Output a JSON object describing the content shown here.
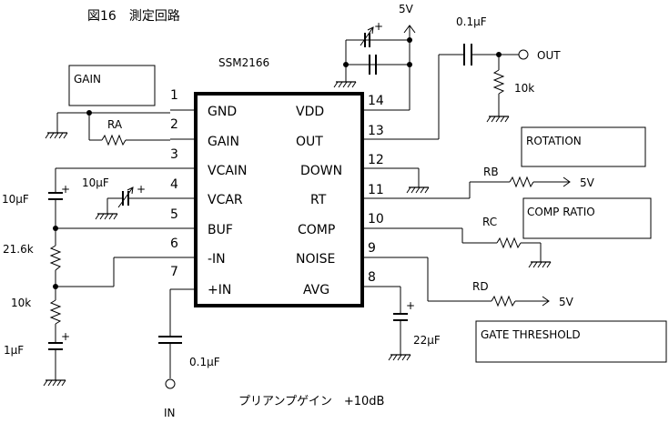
{
  "figure": {
    "title": "図16　測定回路",
    "caption": "プリアンプゲイン　+10dB"
  },
  "chip": {
    "name": "SSM2166",
    "left_pins": [
      {
        "num": "1",
        "name": "GND"
      },
      {
        "num": "2",
        "name": "GAIN"
      },
      {
        "num": "3",
        "name": "VCAIN"
      },
      {
        "num": "4",
        "name": "VCAR"
      },
      {
        "num": "5",
        "name": "BUF"
      },
      {
        "num": "6",
        "name": "-IN"
      },
      {
        "num": "7",
        "name": "+IN"
      }
    ],
    "right_pins": [
      {
        "num": "14",
        "name": "VDD"
      },
      {
        "num": "13",
        "name": "OUT"
      },
      {
        "num": "12",
        "name": "DOWN"
      },
      {
        "num": "11",
        "name": "RT"
      },
      {
        "num": "10",
        "name": "COMP"
      },
      {
        "num": "9",
        "name": "NOISE"
      },
      {
        "num": "8",
        "name": "AVG"
      }
    ]
  },
  "boxes": {
    "gain": "GAIN",
    "rotation": "ROTATION",
    "comp_ratio": "COMP RATIO",
    "gate_threshold": "GATE THRESHOLD"
  },
  "components": {
    "ra": "RA",
    "rb": "RB",
    "rc": "RC",
    "rd": "RD",
    "c_vcain": "10μF",
    "c_vcar": "10μF",
    "r_top": "21.6k",
    "r_bottom": "10k",
    "c_bottom": "1μF",
    "c_in": "0.1μF",
    "c_avg": "22μF",
    "c_out": "0.1μF",
    "r_out": "10k",
    "plus": "+"
  },
  "supply": {
    "vdd": "5V",
    "rb": "5V",
    "rd": "5V"
  },
  "terminals": {
    "input": "IN",
    "output": "OUT"
  }
}
